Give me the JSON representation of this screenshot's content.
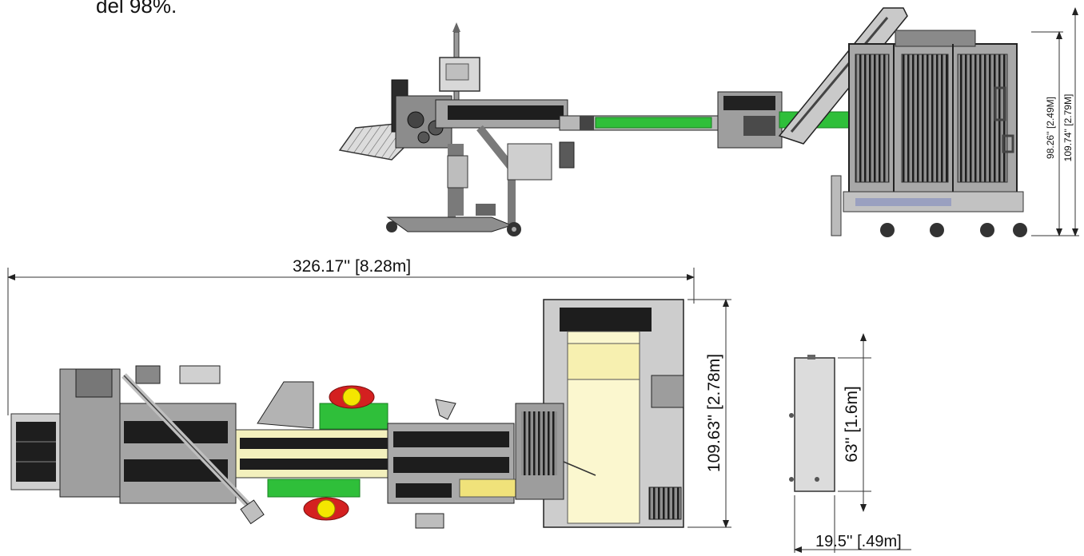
{
  "header": {
    "cut_text": "del 98%."
  },
  "dimensions": {
    "overall_length": "326.17'' [8.28m]",
    "plan_width": "109.63'' [2.78m]",
    "height_inner": "98.26'' [2.49M]",
    "height_outer": "109.74'' [2.79M]",
    "panel_height": "63'' [1.6m]",
    "panel_depth": "19.5'' [.49m]"
  },
  "colors": {
    "line": "#2a2a2a",
    "metal": "#9c9c9c",
    "metal_light": "#cfcfcf",
    "dark": "#1e1e1e",
    "green": "#2fbf3a",
    "pale_yellow": "#fbf7cf",
    "yellow": "#f4e600",
    "red": "#d42020"
  }
}
